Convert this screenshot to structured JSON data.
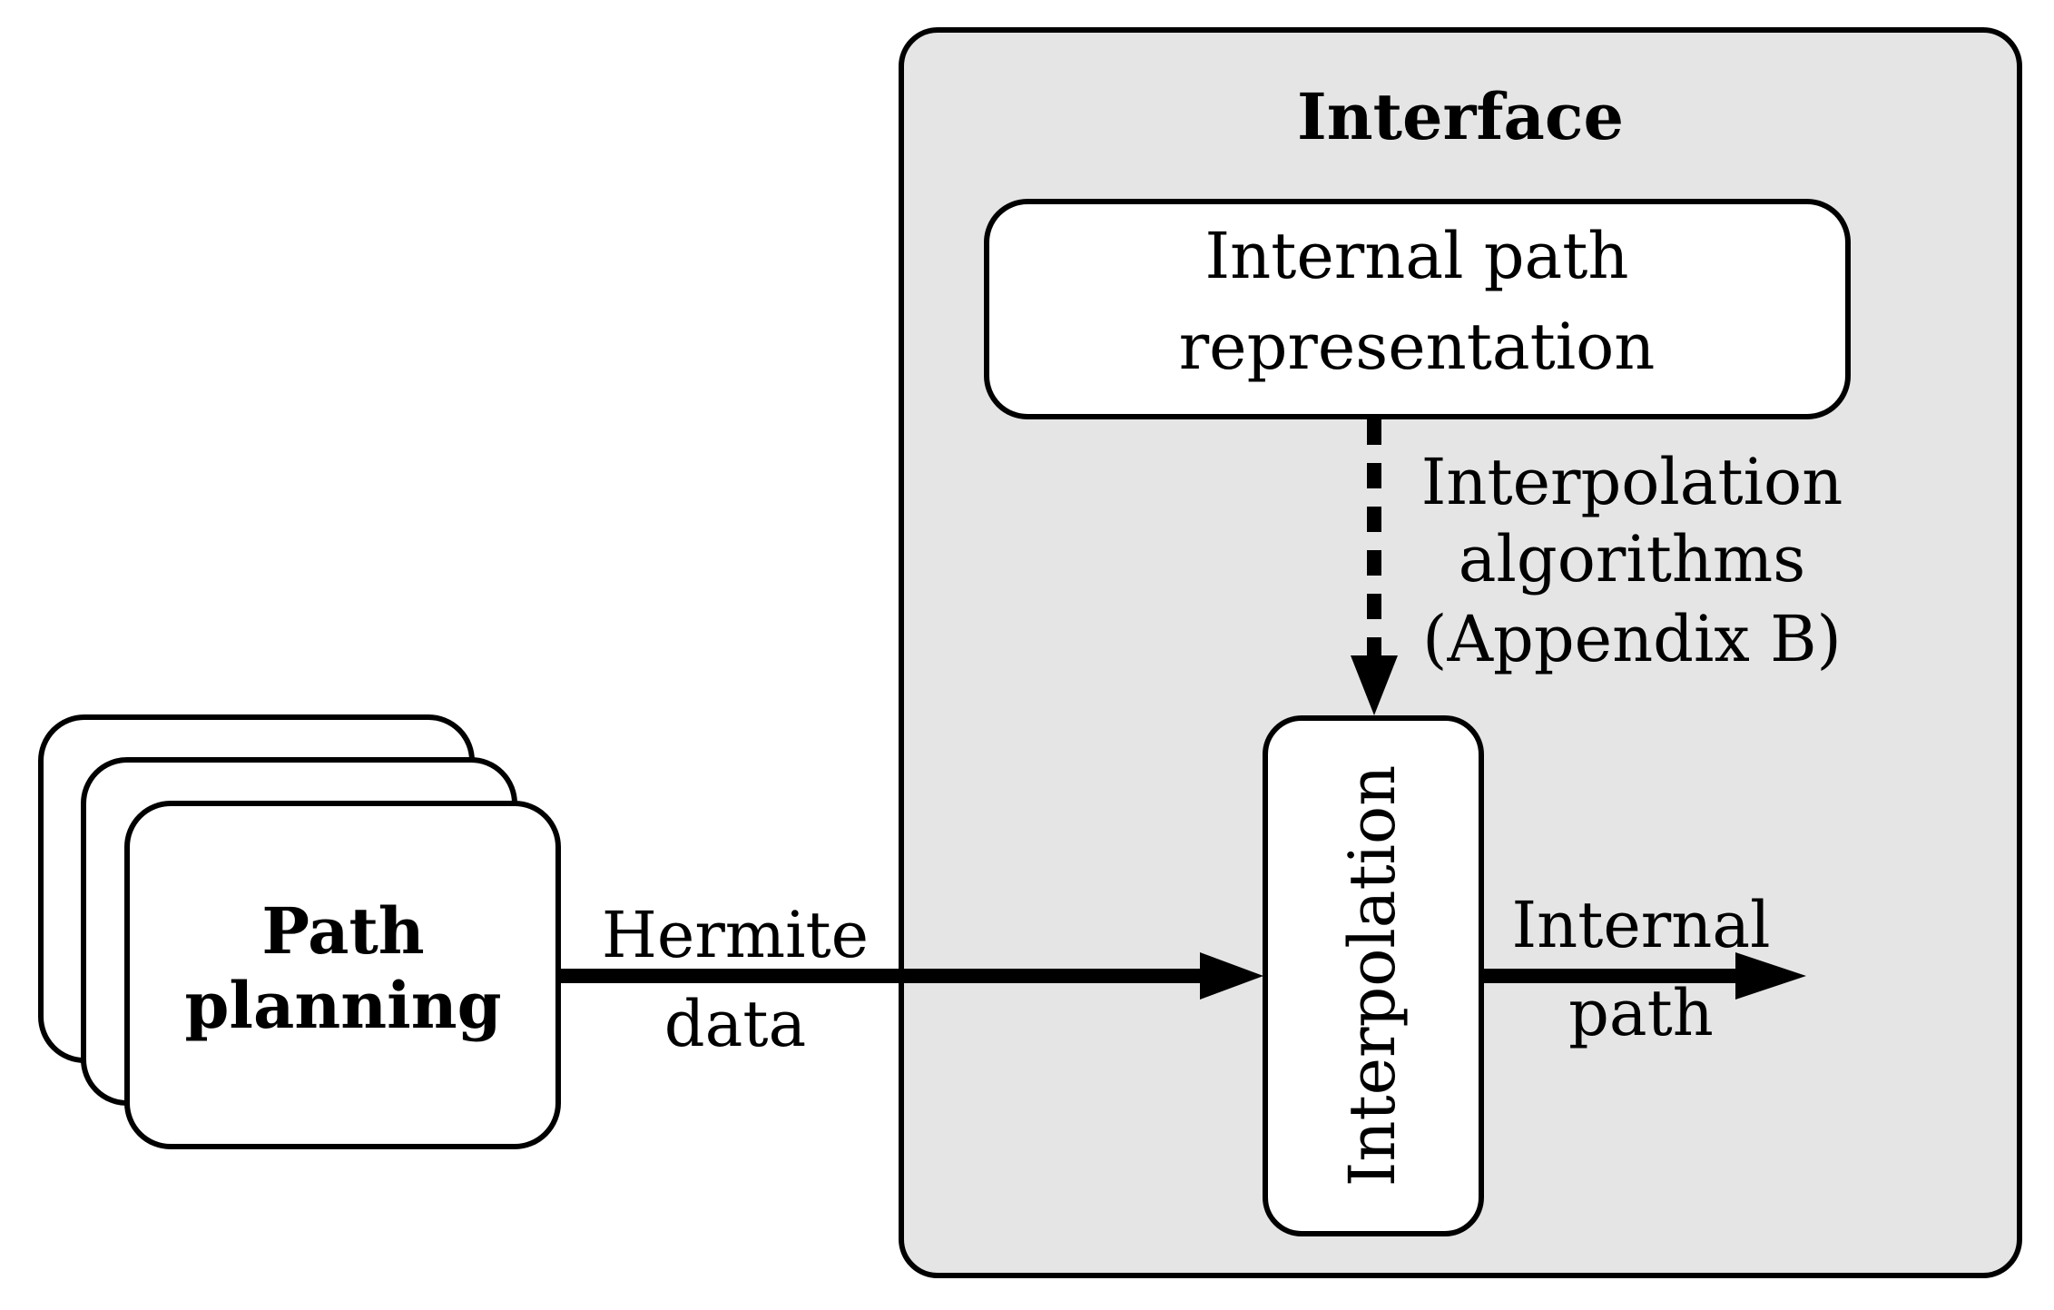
{
  "interface": {
    "title": "Interface",
    "fill_color": "#e5e5e5"
  },
  "path_planning": {
    "label_line1": "Path",
    "label_line2": "planning"
  },
  "internal_rep": {
    "label_line1": "Internal path",
    "label_line2": "representation"
  },
  "interpolation": {
    "label": "Interpolation"
  },
  "edges": {
    "hermite": {
      "line1": "Hermite",
      "line2": "data"
    },
    "algorithms": {
      "line1": "Interpolation",
      "line2": "algorithms",
      "line3": "(Appendix B)"
    },
    "output": {
      "line1": "Internal",
      "line2": "path"
    }
  },
  "colors": {
    "stroke": "#000000",
    "box_fill": "#ffffff",
    "page": "#ffffff"
  }
}
